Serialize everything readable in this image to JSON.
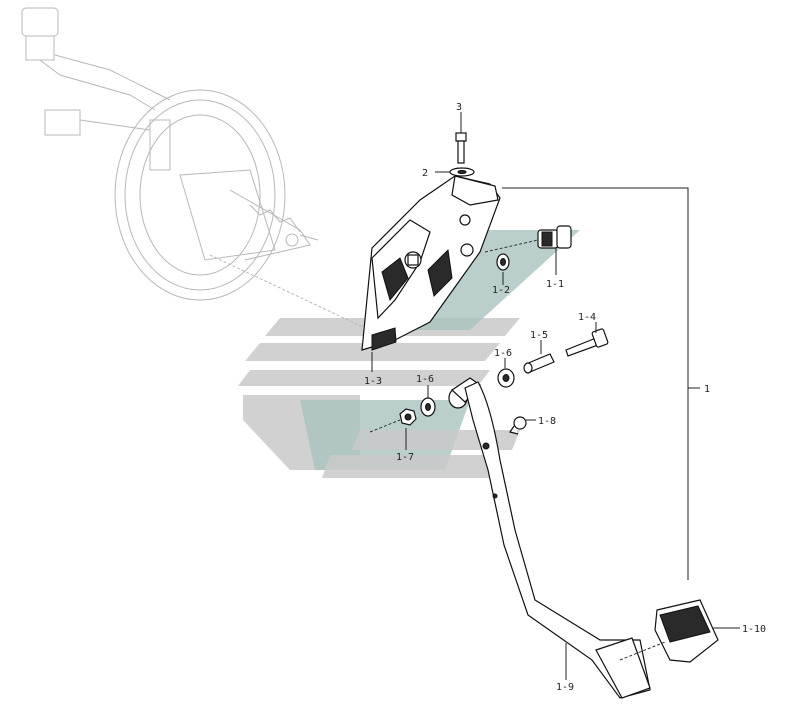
{
  "diagram": {
    "callouts": [
      {
        "id": "3",
        "label": "3"
      },
      {
        "id": "2",
        "label": "2"
      },
      {
        "id": "1",
        "label": "1"
      },
      {
        "id": "1-1",
        "label": "1-1"
      },
      {
        "id": "1-2",
        "label": "1-2"
      },
      {
        "id": "1-3",
        "label": "1-3"
      },
      {
        "id": "1-4",
        "label": "1-4"
      },
      {
        "id": "1-5",
        "label": "1-5"
      },
      {
        "id": "1-6a",
        "label": "1-6"
      },
      {
        "id": "1-6b",
        "label": "1-6"
      },
      {
        "id": "1-7",
        "label": "1-7"
      },
      {
        "id": "1-8",
        "label": "1-8"
      },
      {
        "id": "1-9",
        "label": "1-9"
      },
      {
        "id": "1-10",
        "label": "1-10"
      }
    ]
  }
}
